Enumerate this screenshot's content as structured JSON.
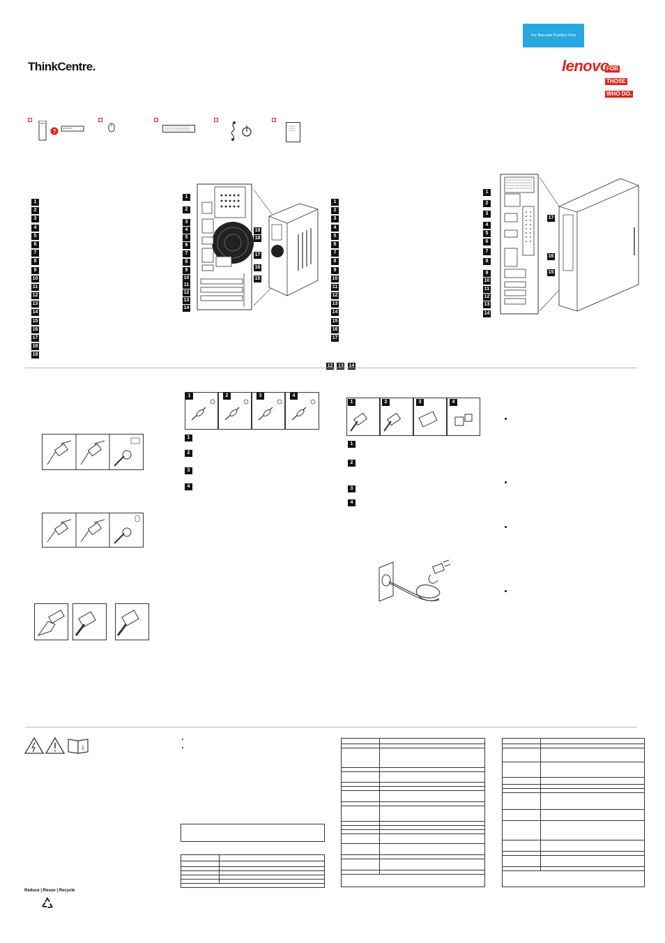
{
  "header": {
    "brand": "ThinkCentre.",
    "barcode_text": "For Barcode Position Only",
    "logo_text": "lenovo",
    "tagline": [
      "FOR",
      "THOSE",
      "WHO DO."
    ]
  },
  "callouts": {
    "left_list": [
      "1",
      "2",
      "3",
      "4",
      "5",
      "6",
      "7",
      "8",
      "9",
      "10",
      "11",
      "12",
      "13",
      "14",
      "15",
      "16",
      "17",
      "18",
      "19"
    ],
    "tower_left": [
      "1",
      "2",
      "3",
      "4",
      "5",
      "6",
      "7",
      "8",
      "9",
      "10",
      "11",
      "12",
      "13",
      "14"
    ],
    "tower_right": [
      "19",
      "18",
      "17",
      "16",
      "15"
    ],
    "mid_list": [
      "1",
      "2",
      "3",
      "4",
      "5",
      "6",
      "7",
      "8",
      "9",
      "10",
      "11",
      "12",
      "13",
      "14",
      "15",
      "16",
      "17"
    ],
    "sff_left": [
      "1",
      "2",
      "3",
      "4",
      "5",
      "6",
      "7",
      "8",
      "9",
      "10",
      "11",
      "12",
      "13",
      "14"
    ],
    "sff_right": [
      "17",
      "16",
      "15"
    ],
    "group": [
      "12",
      "13",
      "14"
    ],
    "audio_panels": [
      "1",
      "2",
      "3",
      "4"
    ],
    "audio_list": [
      "1",
      "2",
      "3",
      "4"
    ],
    "video_panels": [
      "1",
      "2",
      "3",
      "4"
    ],
    "video_list": [
      "1",
      "2",
      "3",
      "4"
    ]
  },
  "footer": {
    "recycle": "Reduce | Reuse | Recycle"
  },
  "colors": {
    "accent": "#e2231a",
    "barcode": "#27a8e0",
    "rule": "#c9b2a6"
  },
  "icons": [
    "question-icon",
    "mouse-icon",
    "keyboard-icon",
    "power-cord-icon",
    "document-icon",
    "warning-shock-icon",
    "warning-icon",
    "manual-icon",
    "recycle-icon"
  ]
}
